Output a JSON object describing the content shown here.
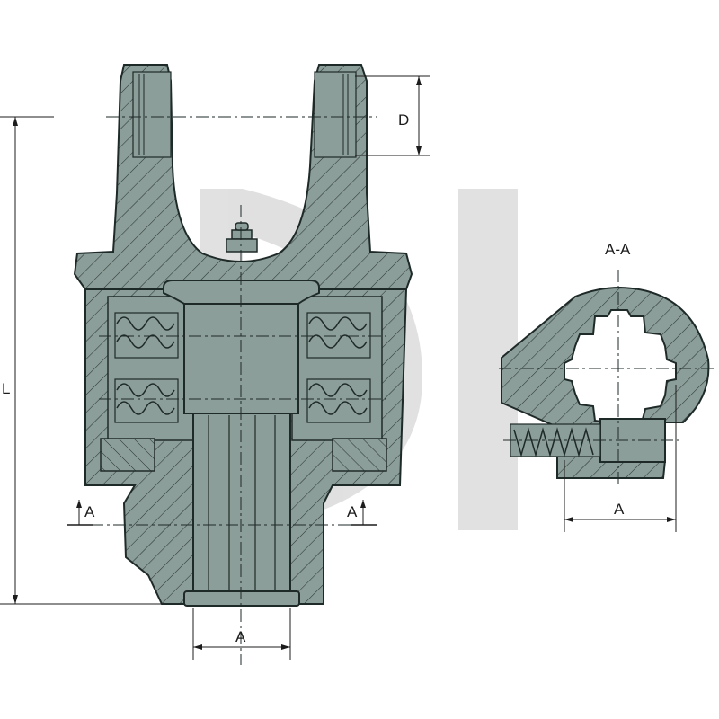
{
  "labels": {
    "dim_length": "L",
    "dim_diameter": "D",
    "dim_bore_main": "A",
    "section_mark_left": "A",
    "section_mark_right": "A",
    "section_title": "A-A",
    "dim_bore_section": "A"
  },
  "colors": {
    "part_fill": "#8c9e99",
    "part_dark": "#6f8580",
    "outline": "#1e2a28",
    "hatch": "#2a3533",
    "watermark": "#c8c8c8",
    "dim_line": "#1c1c1c"
  }
}
